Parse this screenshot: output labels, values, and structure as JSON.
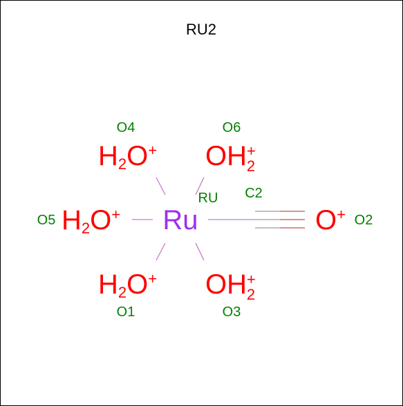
{
  "title": "RU2",
  "colors": {
    "oxygen": "#ff0000",
    "ruthenium": "#9b30f0",
    "label": "#008000",
    "bond_metal_o": "#cc77cc",
    "bond_triple_a": "#9a9a9a",
    "bond_triple_b": "#d06060"
  },
  "atoms": {
    "ru": {
      "symbol": "Ru",
      "label": "RU"
    },
    "o4": {
      "symbol": "H",
      "sub": "2",
      "tail": "O",
      "charge": "+",
      "label": "O4"
    },
    "o6": {
      "symbol": "OH",
      "sub": "2",
      "charge": "+",
      "label": "O6"
    },
    "o5": {
      "symbol": "H",
      "sub": "2",
      "tail": "O",
      "charge": "+",
      "label": "O5"
    },
    "o1": {
      "symbol": "H",
      "sub": "2",
      "tail": "O",
      "charge": "+",
      "label": "O1"
    },
    "o3": {
      "symbol": "OH",
      "sub": "2",
      "charge": "+",
      "label": "O3"
    },
    "o2": {
      "symbol": "O",
      "charge": "+",
      "label": "O2"
    },
    "c2": {
      "label": "C2"
    }
  }
}
